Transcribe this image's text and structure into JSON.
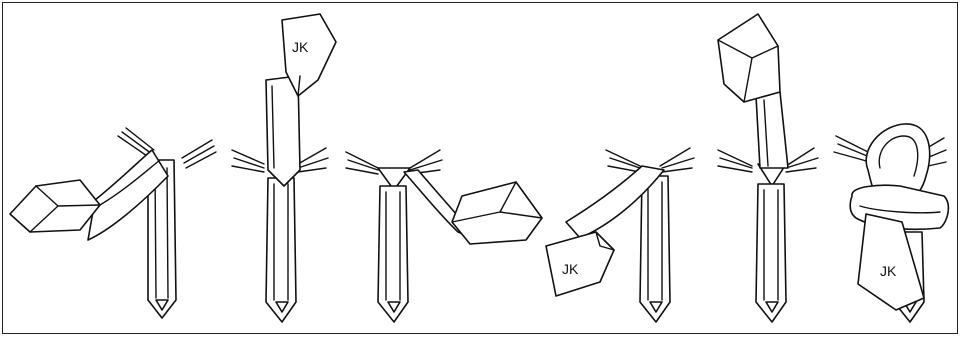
{
  "diagram": {
    "steps": [
      {
        "label": ""
      },
      {
        "label": "JK"
      },
      {
        "label": ""
      },
      {
        "label": "JK"
      },
      {
        "label": ""
      },
      {
        "label": "JK"
      }
    ]
  }
}
